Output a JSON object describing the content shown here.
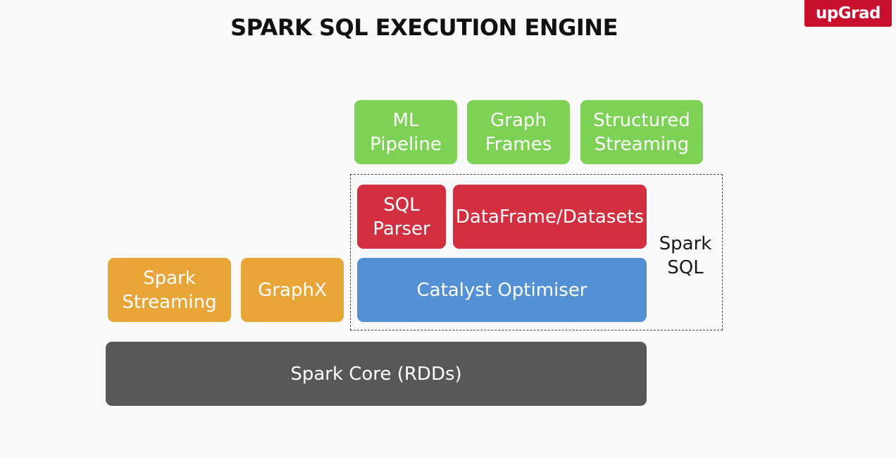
{
  "title": "SPARK SQL EXECUTION ENGINE",
  "logo": "upGrad",
  "colors": {
    "libraries": "#7dd155",
    "sql_components": "#d22f41",
    "optimizer": "#5490d4",
    "other_modules": "#e8a639",
    "core": "#585858",
    "brand": "#c8102e"
  },
  "libraries": {
    "ml_pipeline": "ML\nPipeline",
    "graph_frames": "Graph\nFrames",
    "structured_streaming": "Structured\nStreaming"
  },
  "spark_sql": {
    "group_label": "Spark\nSQL",
    "sql_parser": "SQL\nParser",
    "dataframe_datasets": "DataFrame/Datasets",
    "catalyst_optimiser": "Catalyst Optimiser"
  },
  "modules": {
    "spark_streaming": "Spark\nStreaming",
    "graphx": "GraphX"
  },
  "core": "Spark Core (RDDs)"
}
